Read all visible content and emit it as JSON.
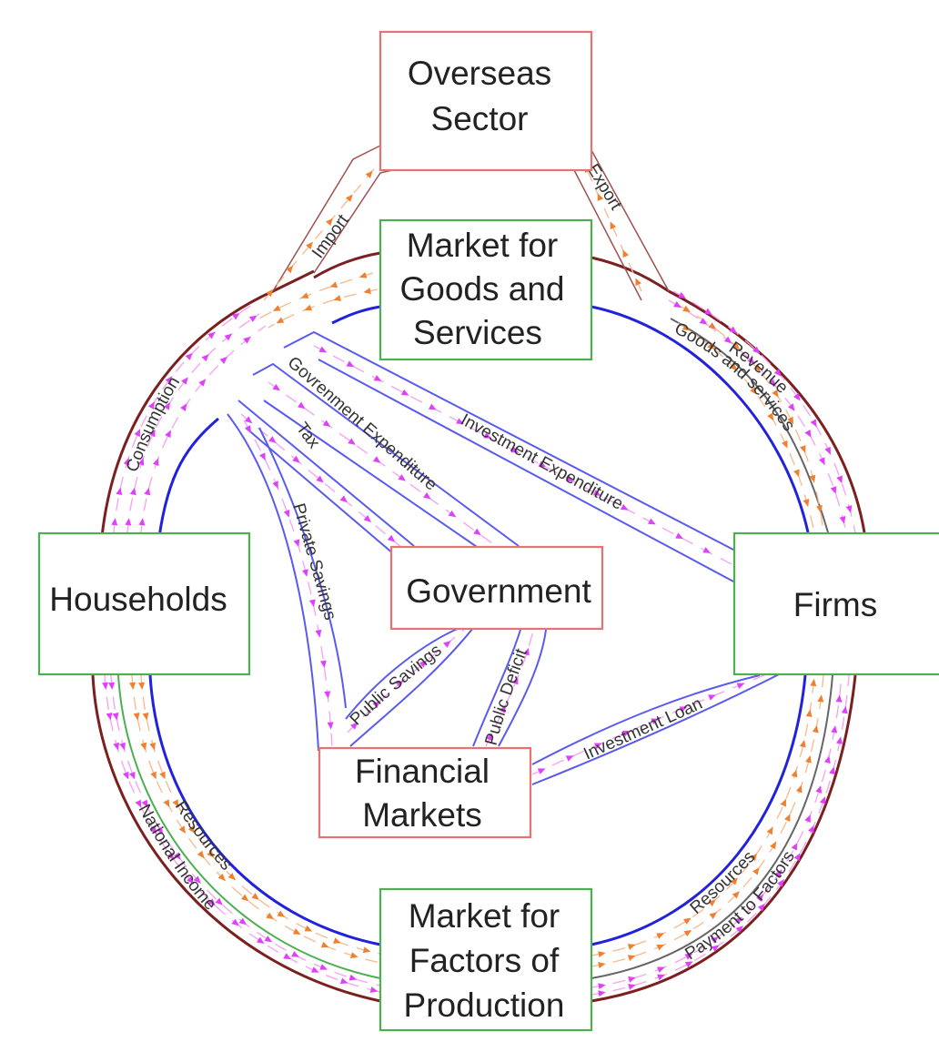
{
  "diagram": {
    "title": "Circular flow of income (five-sector model)",
    "colors": {
      "market_box": "#4caf50",
      "institution_box": "#e57373",
      "money_flow": "#e040fb",
      "real_flow": "#f08030",
      "outer_ring": "#7b1f1f",
      "inner_ring": "#2222dd",
      "channel_outline": "#5a5aee",
      "divider_gray": "#666666",
      "divider_green": "#4caf50",
      "text": "#222222"
    },
    "nodes": {
      "overseas": {
        "lines": [
          "Overseas",
          "Sector"
        ],
        "kind": "institution"
      },
      "goods_market": {
        "lines": [
          "Market for",
          "Goods and",
          "Services"
        ],
        "kind": "market"
      },
      "households": {
        "lines": [
          "Households"
        ],
        "kind": "market"
      },
      "government": {
        "lines": [
          "Government"
        ],
        "kind": "institution"
      },
      "firms": {
        "lines": [
          "Firms"
        ],
        "kind": "market"
      },
      "financial_markets": {
        "lines": [
          "Financial",
          "Markets"
        ],
        "kind": "institution"
      },
      "factor_market": {
        "lines": [
          "Market for",
          "Factors of",
          "Production"
        ],
        "kind": "market"
      }
    },
    "flows": [
      {
        "id": "import",
        "label": "Import",
        "from": "goods_market",
        "to": "overseas",
        "type": "real"
      },
      {
        "id": "export",
        "label": "Export",
        "from": "overseas",
        "to": "goods_market",
        "type": "real"
      },
      {
        "id": "consumption",
        "label": "Consumption",
        "from": "households",
        "to": "goods_market",
        "type": "money"
      },
      {
        "id": "revenue",
        "label": "Revenue",
        "from": "goods_market",
        "to": "firms",
        "type": "money"
      },
      {
        "id": "goods_and_services",
        "label": "Goods and services",
        "from": "firms",
        "to": "goods_market",
        "type": "real"
      },
      {
        "id": "government_expenditure",
        "label": "Govrenment Expenditure",
        "from": "government",
        "to": "goods_market",
        "type": "money"
      },
      {
        "id": "tax",
        "label": "Tax",
        "from": "households",
        "to": "government",
        "type": "money"
      },
      {
        "id": "private_savings",
        "label": "Private Savings",
        "from": "households",
        "to": "financial_markets",
        "type": "money"
      },
      {
        "id": "investment_expenditure",
        "label": "Investment Expenditure",
        "from": "firms",
        "to": "goods_market",
        "type": "money"
      },
      {
        "id": "public_savings",
        "label": "Public  Savings",
        "from": "government",
        "to": "financial_markets",
        "type": "money"
      },
      {
        "id": "public_deficit",
        "label": "Public Deficit",
        "from": "financial_markets",
        "to": "government",
        "type": "money"
      },
      {
        "id": "investment_loan",
        "label": "Investment Loan",
        "from": "financial_markets",
        "to": "firms",
        "type": "money"
      },
      {
        "id": "resources_households",
        "label": "Resources",
        "from": "households",
        "to": "factor_market",
        "type": "real"
      },
      {
        "id": "national_income",
        "label": "National Income",
        "from": "factor_market",
        "to": "households",
        "type": "money"
      },
      {
        "id": "resources_firms",
        "label": "Resources",
        "from": "factor_market",
        "to": "firms",
        "type": "real"
      },
      {
        "id": "payment_to_factors",
        "label": "Payment to Factors",
        "from": "firms",
        "to": "factor_market",
        "type": "money"
      }
    ]
  }
}
